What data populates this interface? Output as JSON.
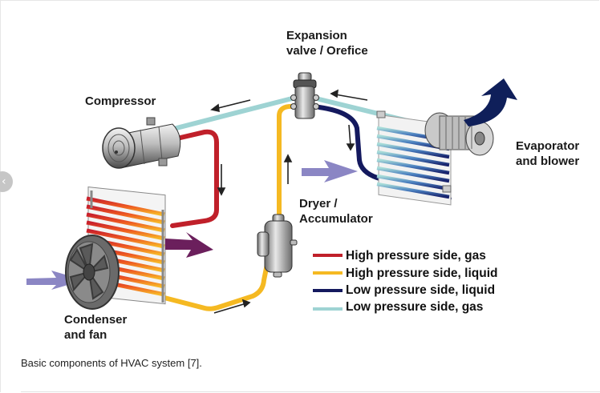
{
  "figure": {
    "caption": "Basic components of HVAC system [7].",
    "labels": {
      "expansion_valve_line1": "Expansion",
      "expansion_valve_line2": "valve / Orefice",
      "compressor": "Compressor",
      "evaporator_line1": "Evaporator",
      "evaporator_line2": "and blower",
      "dryer_line1": "Dryer /",
      "dryer_line2": "Accumulator",
      "condenser_line1": "Condenser",
      "condenser_line2": "and fan"
    },
    "legend": [
      {
        "label": "High pressure side, gas",
        "color": "#c0202a"
      },
      {
        "label": "High pressure side, liquid",
        "color": "#f5b922"
      },
      {
        "label": "Low pressure side, liquid",
        "color": "#14195e"
      },
      {
        "label": "Low pressure side, gas",
        "color": "#9ed3d3"
      }
    ],
    "colors": {
      "airflow_in": "#8b86c4",
      "airflow_out_hot": "#6b1f5c",
      "airflow_cold": "#0f1f5a"
    }
  },
  "nav": {
    "prev_icon": "‹"
  }
}
